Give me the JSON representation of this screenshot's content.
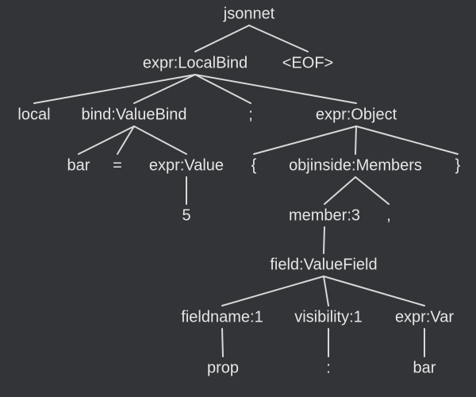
{
  "tree": {
    "nodes": [
      {
        "id": "n0",
        "label": "jsonnet",
        "parent": null
      },
      {
        "id": "n1",
        "label": "expr:LocalBind",
        "parent": "n0"
      },
      {
        "id": "n2",
        "label": "<EOF>",
        "parent": "n0"
      },
      {
        "id": "n3",
        "label": "local",
        "parent": "n1"
      },
      {
        "id": "n4",
        "label": "bind:ValueBind",
        "parent": "n1"
      },
      {
        "id": "n5",
        "label": ";",
        "parent": "n1"
      },
      {
        "id": "n6",
        "label": "expr:Object",
        "parent": "n1"
      },
      {
        "id": "n7",
        "label": "bar",
        "parent": "n4"
      },
      {
        "id": "n8",
        "label": "=",
        "parent": "n4"
      },
      {
        "id": "n9",
        "label": "expr:Value",
        "parent": "n4"
      },
      {
        "id": "n10",
        "label": "{",
        "parent": "n6"
      },
      {
        "id": "n11",
        "label": "objinside:Members",
        "parent": "n6"
      },
      {
        "id": "n12",
        "label": "}",
        "parent": "n6"
      },
      {
        "id": "n13",
        "label": "5",
        "parent": "n9"
      },
      {
        "id": "n14",
        "label": "member:3",
        "parent": "n11"
      },
      {
        "id": "n15",
        "label": ",",
        "parent": "n11"
      },
      {
        "id": "n16",
        "label": "field:ValueField",
        "parent": "n14"
      },
      {
        "id": "n17",
        "label": "fieldname:1",
        "parent": "n16"
      },
      {
        "id": "n18",
        "label": "visibility:1",
        "parent": "n16"
      },
      {
        "id": "n19",
        "label": "expr:Var",
        "parent": "n16"
      },
      {
        "id": "n20",
        "label": "prop",
        "parent": "n17"
      },
      {
        "id": "n21",
        "label": ":",
        "parent": "n18"
      },
      {
        "id": "n22",
        "label": "bar",
        "parent": "n19"
      }
    ]
  },
  "colors": {
    "background": "#333437",
    "edge": "#d8d8d8",
    "text": "#e6e6e6"
  }
}
